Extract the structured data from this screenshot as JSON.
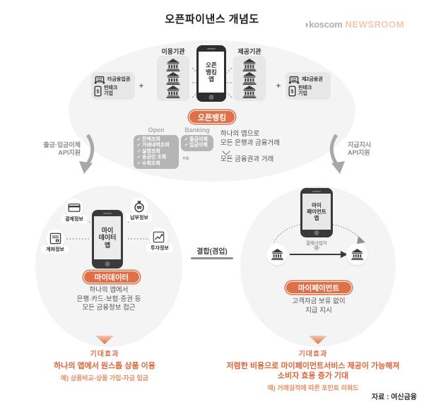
{
  "title": "오픈파이낸스 개념도",
  "logo": {
    "arrow": "›",
    "brand": "koscom",
    "suffix": "NEWSROOM"
  },
  "check": "✔",
  "plus": "+",
  "colors": {
    "accent": "#DF7048",
    "ellipse": "#F4F4F4",
    "dark": "#3A3A3A"
  },
  "open_banking": {
    "badge": "오픈뱅킹",
    "left_fintech": {
      "line1": "타금융업권",
      "line2": "핀테크",
      "line3": "기업"
    },
    "right_fintech": {
      "line1": "제2금융권",
      "line2": "핀테크",
      "line3": "기업"
    },
    "user_org": "이용기관",
    "provider_org": "제공기관",
    "app": [
      "오픈",
      "뱅킹",
      "앱"
    ],
    "open_header": "Open",
    "open_items": [
      "잔액조회",
      "거래내역조회",
      "실명조회",
      "송금인 조회",
      "수취조회"
    ],
    "banking_header": "Banking",
    "banking_items": [
      "출금이체",
      "입금이체"
    ],
    "plus_alpha": "+a",
    "desc": [
      "하나의 앱으로",
      "모든 은행과 금융거래",
      "모든 금융권과 거래"
    ]
  },
  "left_api": [
    "출금·입금이체",
    "API지원"
  ],
  "right_api": [
    "지급지시",
    "API지원"
  ],
  "mydata": {
    "badge": "마이데이터",
    "app": [
      "마이",
      "데이터",
      "앱"
    ],
    "labels": {
      "payment": "결제정보",
      "bill": "납부정보",
      "account": "계좌정보",
      "invest": "투자정보"
    },
    "desc": [
      "하나의 앱에서",
      "은행·카드·보험·증권 등",
      "모든 금융정보 접근"
    ]
  },
  "join": "결합(겸업)",
  "mypayment": {
    "badge": "마이페이먼트",
    "app": [
      "마이",
      "페이먼트",
      "앱"
    ],
    "operator": "결제사업자",
    "desc": [
      "고객자금 보유 없이",
      "지급 지시"
    ]
  },
  "effect_left": {
    "title": "기대효과",
    "headline": "하나의 앱에서 원스톱 상품 이용",
    "example": "예) 상품비교-상품 가입-자금 입금"
  },
  "effect_right": {
    "title": "기대효과",
    "headline1": "저렴한 비용으로 마이페이먼트서비스 제공이 가능해져",
    "headline2": "소비자 효용 증가 기대",
    "example": "예) 거래실적에 따른 포인트 리워드"
  },
  "source": "자료 : 여신금융"
}
